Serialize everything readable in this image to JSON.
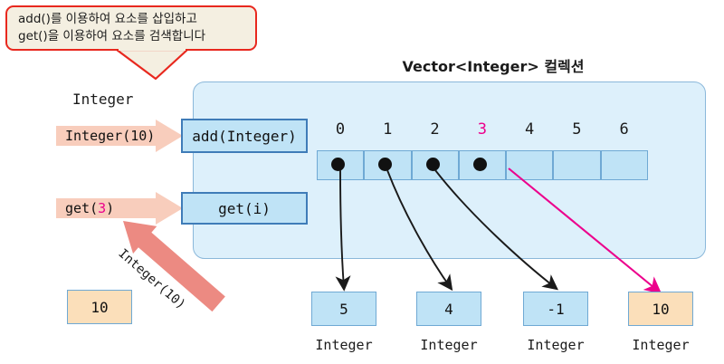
{
  "bubble": {
    "line1": "add()를 이용하여 요소를 삽입하고",
    "line2": "get()을 이용하여 요소를 검색합니다",
    "border_color": "#e8281e",
    "fill_color": "#f4efe1"
  },
  "panel": {
    "title": "Vector<Integer> 컬렉션",
    "fill_color": "#ddf0fb",
    "border_color": "#8bb8da"
  },
  "left": {
    "integer_caption": "Integer",
    "add_arrow_label": "Integer(10)",
    "get_arrow_label_prefix": "get(",
    "get_arrow_label_index": "3",
    "get_arrow_label_suffix": ")",
    "return_arrow_label": "Integer(10)",
    "result_box_value": "10",
    "arrow_color": "#f8cdbc",
    "return_arrow_color": "#ec8a82"
  },
  "methods": {
    "add_label": "add(Integer)",
    "get_label": "get(i)",
    "box_fill": "#bfe3f6",
    "box_border": "#3f7cb8"
  },
  "array": {
    "indices": [
      "0",
      "1",
      "2",
      "3",
      "4",
      "5",
      "6"
    ],
    "highlight_index": "3",
    "highlight_color": "#ec008c",
    "filled": [
      true,
      true,
      true,
      true,
      false,
      false,
      false
    ],
    "cell_fill": "#bfe3f6",
    "cell_border": "#6fa9d4"
  },
  "objects": [
    {
      "value": "5",
      "label": "Integer",
      "style": "blue"
    },
    {
      "value": "4",
      "label": "Integer",
      "style": "blue"
    },
    {
      "value": "-1",
      "label": "Integer",
      "style": "blue"
    },
    {
      "value": "10",
      "label": "Integer",
      "style": "peach"
    }
  ]
}
